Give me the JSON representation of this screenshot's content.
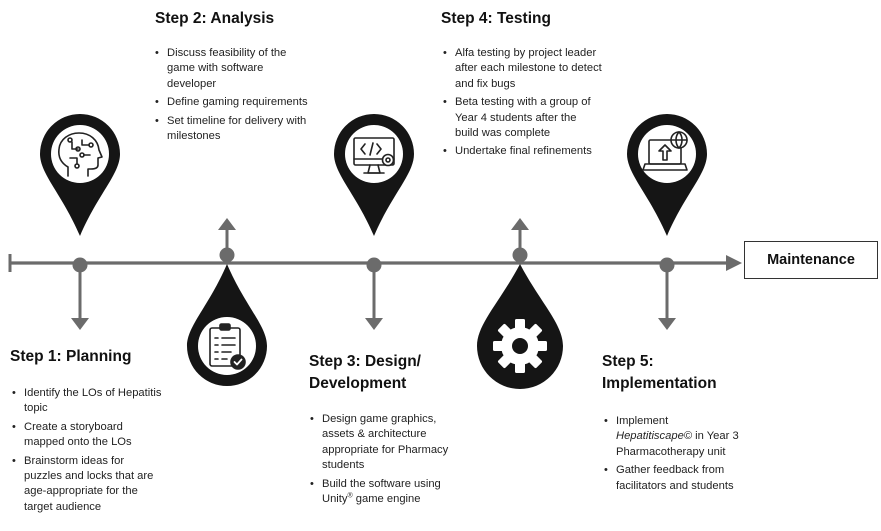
{
  "steps": [
    {
      "title": "Step 1: Planning",
      "icon": "brain-circuit-icon",
      "bullets": [
        "Identify the LOs of Hepatitis topic",
        "Create a storyboard mapped onto the LOs",
        "Brainstorm ideas for puzzles and locks that are age-appropriate for the target audience"
      ]
    },
    {
      "title": "Step 2: Analysis",
      "icon": "clipboard-checklist-icon",
      "bullets": [
        "Discuss feasibility of the game with software developer",
        "Define gaming requirements",
        "Set timeline for delivery with milestones"
      ]
    },
    {
      "title_line1": "Step 3: Design/",
      "title_line2": "Development",
      "icon": "code-monitor-icon",
      "bullets": [
        "Design game graphics, assets & architecture appropriate for Pharmacy students",
        "Build the software using"
      ],
      "bullet2_cont_a": "Unity",
      "bullet2_sup": "®",
      "bullet2_cont_b": " game engine"
    },
    {
      "title": "Step 4: Testing",
      "icon": "gear-icon",
      "bullets": [
        "Alfa testing by project leader after each milestone to detect and fix bugs",
        "Beta testing with a group of Year 4 students after the build was complete",
        "Undertake final refinements"
      ]
    },
    {
      "title_line1": "Step 5:",
      "title_line2": "Implementation",
      "icon": "laptop-upload-icon",
      "b1_pre": "Implement",
      "b1_em": "Hepatitiscape©",
      "b1_post": " in Year 3 Pharmacotherapy unit",
      "b2": "Gather feedback from facilitators and students"
    }
  ],
  "maintenance_label": "Maintenance",
  "colors": {
    "timeline": "#6b6b6b",
    "pin_ring": "#151515",
    "pin_fill": "#ffffff",
    "gear_pin": "#151515",
    "text": "#1a1a1a"
  }
}
